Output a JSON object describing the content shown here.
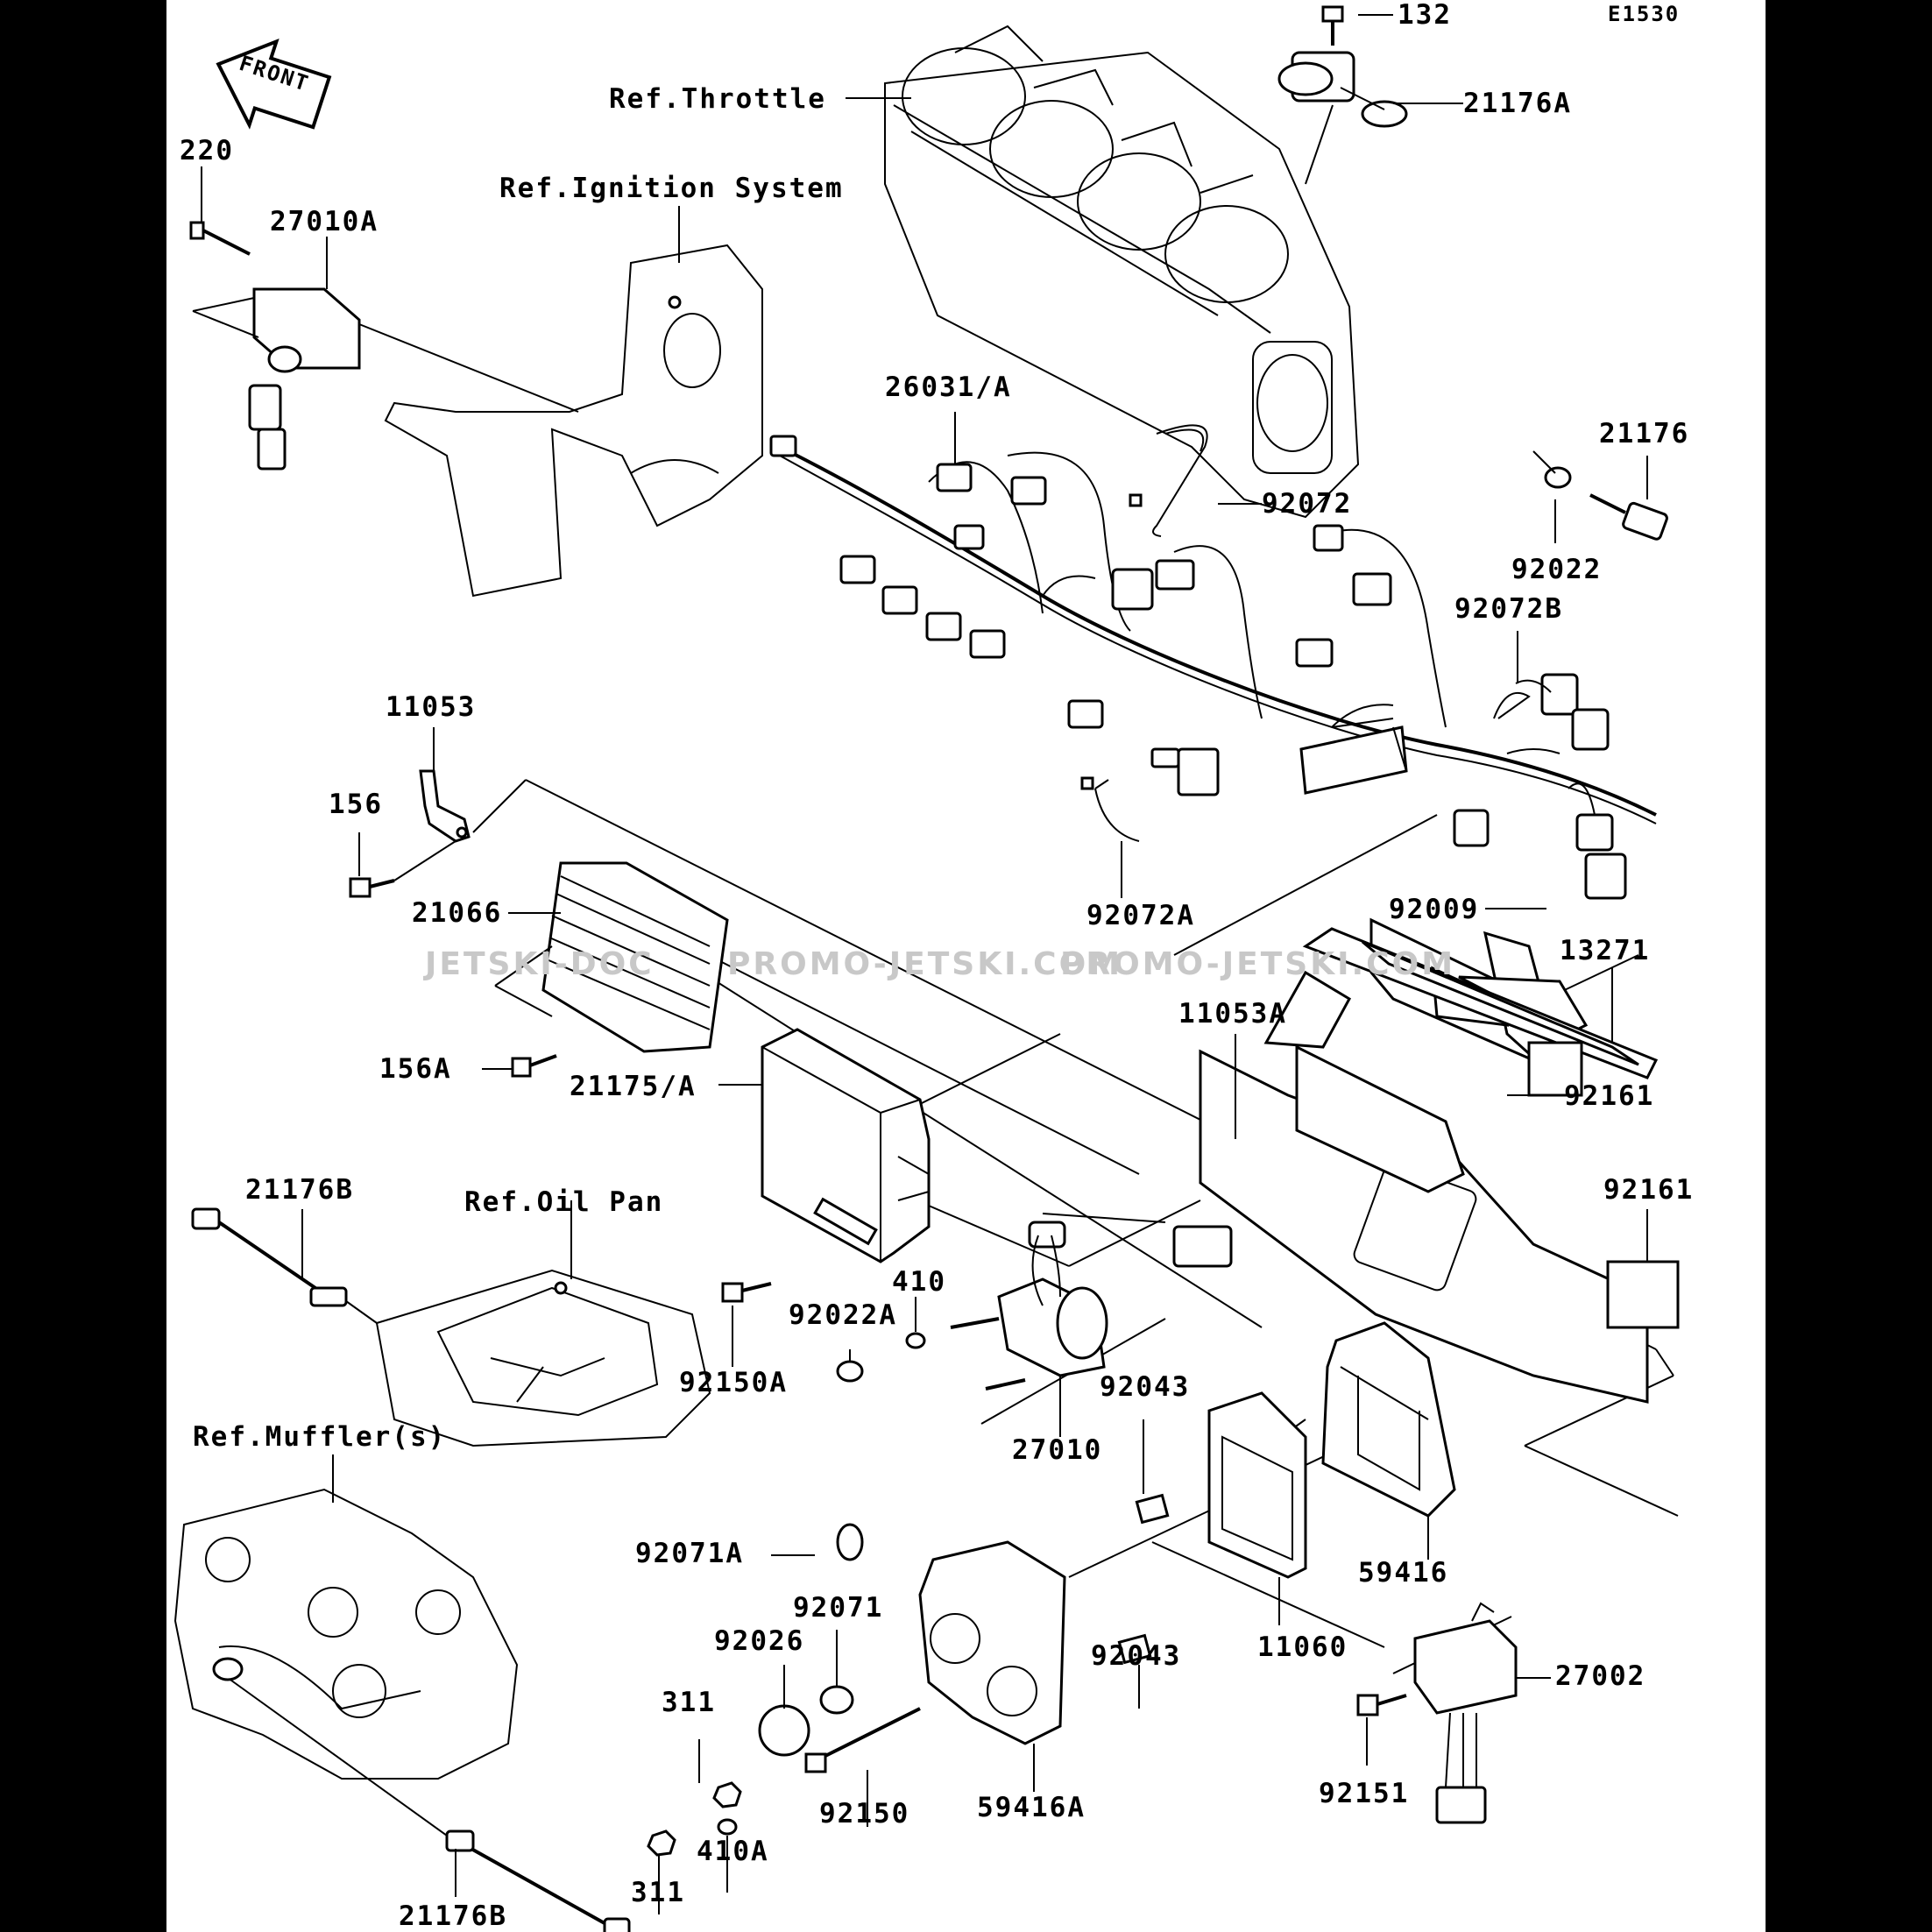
{
  "diagram_code": "E1530",
  "front_arrow_label": "FRONT",
  "watermarks": [
    "JETSKI-DOC",
    "PROMO-JETSKI.COM",
    "PROMO-JETSKI.COM"
  ],
  "references": {
    "throttle": "Ref.Throttle",
    "ignition": "Ref.Ignition System",
    "oil_pan": "Ref.Oil Pan",
    "muffler": "Ref.Muffler(s)"
  },
  "part_labels": {
    "p132": "132",
    "p21176A": "21176A",
    "p220": "220",
    "p27010A": "27010A",
    "p26031A": "26031/A",
    "p92072": "92072",
    "p21176": "21176",
    "p92022": "92022",
    "p92072B": "92072B",
    "p11053": "11053",
    "p156": "156",
    "p21066": "21066",
    "p92072A": "92072A",
    "p92009": "92009",
    "p13271": "13271",
    "p11053A": "11053A",
    "p156A": "156A",
    "p21175A": "21175/A",
    "p92161a": "92161",
    "p92161b": "92161",
    "p21176Ba": "21176B",
    "p410": "410",
    "p92022A": "92022A",
    "p92150A": "92150A",
    "p92043a": "92043",
    "p27010": "27010",
    "p92071A": "92071A",
    "p59416": "59416",
    "p92071": "92071",
    "p92026": "92026",
    "p92043b": "92043",
    "p11060": "11060",
    "p27002": "27002",
    "p311a": "311",
    "p92151": "92151",
    "p92150": "92150",
    "p59416A": "59416A",
    "p410A": "410A",
    "p311b": "311",
    "p21176Bb": "21176B"
  }
}
